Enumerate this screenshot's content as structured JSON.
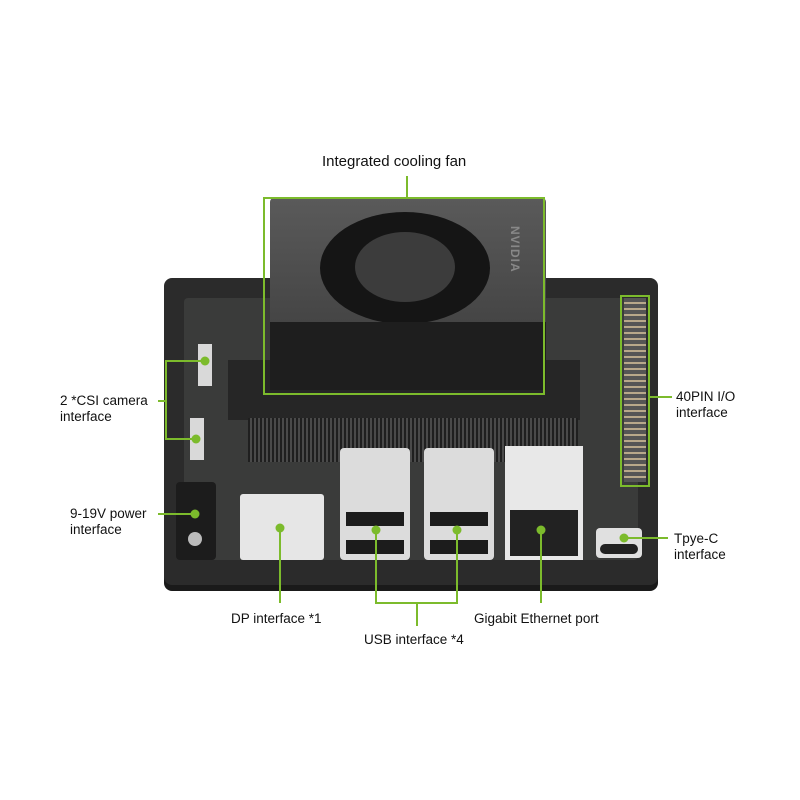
{
  "diagram": {
    "subject": "Developer kit carrier board with module and cooling fan",
    "callout_color": "#7cbb2c",
    "brand_mark": "NVIDIA",
    "labels": {
      "cooling_fan": "Integrated cooling fan",
      "csi_line1": "2 *CSI camera",
      "csi_line2": "interface",
      "power_line1": "9-19V power",
      "power_line2": "interface",
      "gpio_line1": "40PIN I/O",
      "gpio_line2": "interface",
      "typec_line1": "Tpye-C",
      "typec_line2": "interface",
      "dp": "DP interface *1",
      "usb": "USB interface *4",
      "ethernet": "Gigabit Ethernet port"
    }
  }
}
